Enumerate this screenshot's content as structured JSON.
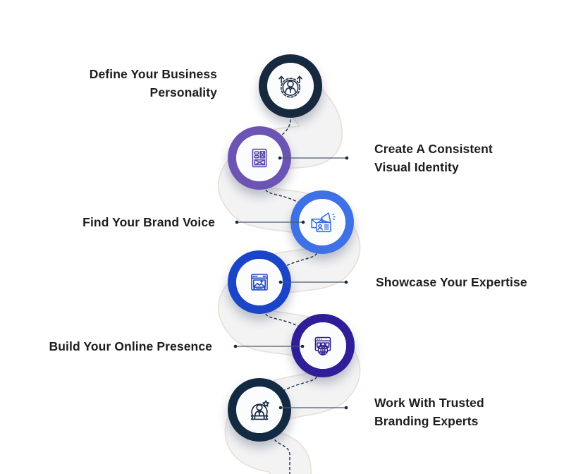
{
  "diagram": {
    "title": "branding-steps-serpentine-infographic",
    "steps": [
      {
        "label": "Define Your Business Personality",
        "label_lines": [
          "Define Your Business",
          "Personality"
        ],
        "side": "left",
        "icon": "person-growth-gear-icon",
        "ring_color": "#16293f",
        "icon_color": "#1d2d49",
        "has_connector": false
      },
      {
        "label": "Create A Consistent Visual Identity",
        "label_lines": [
          "Create A Consistent",
          "Visual Identity"
        ],
        "side": "right",
        "icon": "wireframe-layout-icon",
        "ring_color": "#6b54b4",
        "icon_color": "#5b44ae",
        "has_connector": true
      },
      {
        "label": "Find Your Brand Voice",
        "label_lines": [
          "Find Your Brand Voice"
        ],
        "side": "left",
        "icon": "megaphone-id-card-icon",
        "ring_color": "#3e70e6",
        "icon_color": "#3a6ce0",
        "has_connector": true
      },
      {
        "label": "Showcase Your Expertise",
        "label_lines": [
          "Showcase Your Expertise"
        ],
        "side": "right",
        "icon": "browser-image-icon",
        "ring_color": "#1b45c8",
        "icon_color": "#1a43c2",
        "has_connector": true
      },
      {
        "label": "Build Your Online Presence",
        "label_lines": [
          "Build Your Online Presence"
        ],
        "side": "left",
        "icon": "browser-globe-icon",
        "ring_color": "#2e1f98",
        "icon_color": "#2c1e92",
        "has_connector": true
      },
      {
        "label": "Work With Trusted Branding Experts",
        "label_lines": [
          "Work With Trusted",
          "Branding Experts"
        ],
        "side": "right",
        "icon": "person-badge-star-icon",
        "ring_color": "#132a43",
        "icon_color": "#16293f",
        "has_connector": true
      }
    ],
    "colors": {
      "background": "#ffffff",
      "band_fill": "#f3f3f4",
      "band_edge": "#e9e1d8",
      "dash_line": "#25354d",
      "connector_line": "#4a5b6e",
      "connector_dot": "#17293f",
      "label_text": "#1d1d1f",
      "circle_inner_fill": "#fbfcfd"
    }
  }
}
